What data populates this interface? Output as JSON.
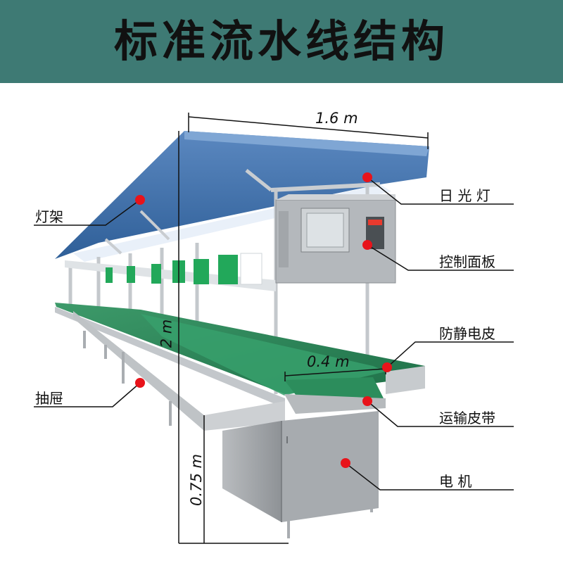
{
  "title": "标准流水线结构",
  "dimensions": {
    "width": "1.6 m",
    "height": "2 m",
    "belt_width": "0.4 m",
    "table_height": "0.75 m"
  },
  "callouts": {
    "lamp_frame": "灯架",
    "drawer": "抽屉",
    "fluorescent_lamp": "日 光 灯",
    "control_panel": "控制面板",
    "antistatic_skin": "防静电皮",
    "conveyor_belt": "运输皮带",
    "motor": "电      机"
  },
  "colors": {
    "header_bg": "#3e7a74",
    "marker": "#e8131a",
    "belt": "#2f8a5b",
    "frame": "#c9cdd1",
    "lamp_cover": "#3f6fa8"
  }
}
